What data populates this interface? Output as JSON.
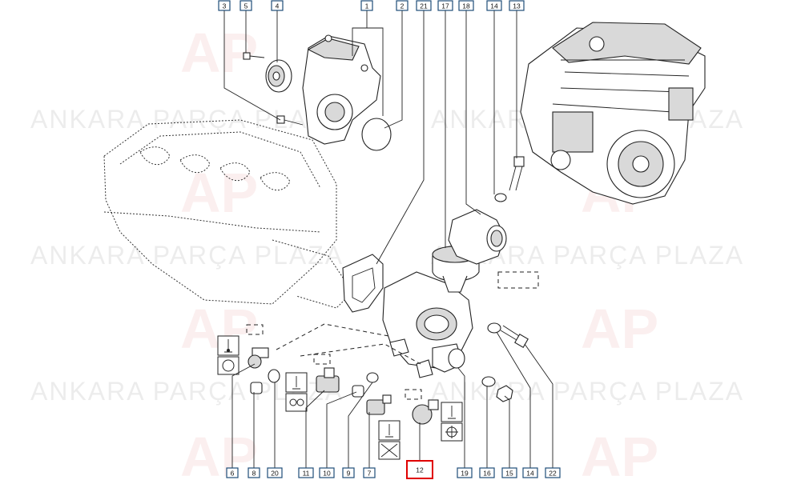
{
  "watermark": {
    "brand": "ANKARA PARÇA PLAZA",
    "logo": "AP"
  },
  "callouts": [
    {
      "id": "c3",
      "label": "3"
    },
    {
      "id": "c5",
      "label": "5"
    },
    {
      "id": "c4",
      "label": "4"
    },
    {
      "id": "c1",
      "label": "1"
    },
    {
      "id": "c2",
      "label": "2"
    },
    {
      "id": "c21",
      "label": "21"
    },
    {
      "id": "c17",
      "label": "17"
    },
    {
      "id": "c18",
      "label": "18"
    },
    {
      "id": "c14a",
      "label": "14"
    },
    {
      "id": "c13",
      "label": "13"
    },
    {
      "id": "c6",
      "label": "6"
    },
    {
      "id": "c8",
      "label": "8"
    },
    {
      "id": "c20",
      "label": "20"
    },
    {
      "id": "c11",
      "label": "11"
    },
    {
      "id": "c10",
      "label": "10"
    },
    {
      "id": "c9",
      "label": "9"
    },
    {
      "id": "c7",
      "label": "7"
    },
    {
      "id": "c12",
      "label": "12",
      "highlighted": true
    },
    {
      "id": "c19",
      "label": "19"
    },
    {
      "id": "c16",
      "label": "16"
    },
    {
      "id": "c15",
      "label": "15"
    },
    {
      "id": "c14b",
      "label": "14"
    },
    {
      "id": "c22",
      "label": "22"
    }
  ],
  "colors": {
    "callout_border": "#1f4e79",
    "highlight": "#e00000"
  },
  "icons": [
    "coolant-temperature-icon",
    "gauge-icon",
    "wiring-plug-icon",
    "fan-icon",
    "no-fan-icon"
  ]
}
